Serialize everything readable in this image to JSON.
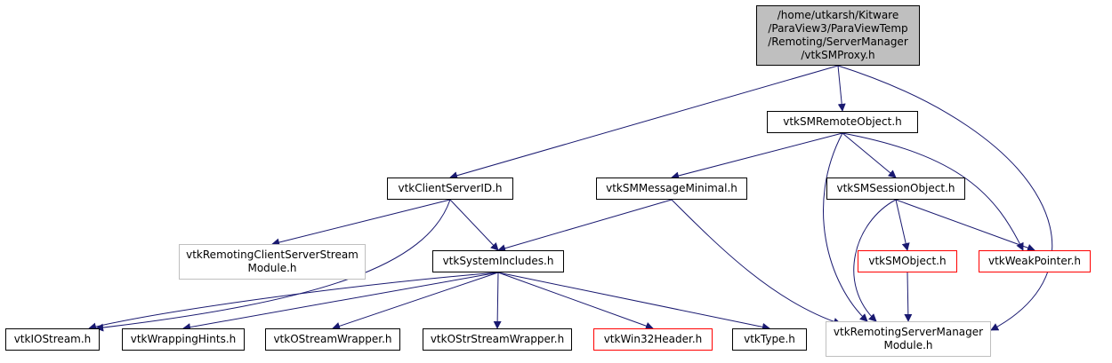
{
  "diagram": {
    "colors": {
      "edge": "#191970",
      "root_fill": "#bfbfbf",
      "missing_border": "#bfbfbf",
      "truncated_border": "#ff0000"
    },
    "nodes": [
      {
        "id": "proxy",
        "lines": [
          "/home/utkarsh/Kitware",
          "/ParaView3/ParaViewTemp",
          "/Remoting/ServerManager",
          "/vtkSMProxy.h"
        ],
        "style": "root"
      },
      {
        "id": "remote",
        "lines": [
          "vtkSMRemoteObject.h"
        ],
        "style": "normal"
      },
      {
        "id": "csid",
        "lines": [
          "vtkClientServerID.h"
        ],
        "style": "normal"
      },
      {
        "id": "msgmin",
        "lines": [
          "vtkSMMessageMinimal.h"
        ],
        "style": "normal"
      },
      {
        "id": "session",
        "lines": [
          "vtkSMSessionObject.h"
        ],
        "style": "normal"
      },
      {
        "id": "csstream",
        "lines": [
          "vtkRemotingClientServerStream",
          "Module.h"
        ],
        "style": "gray"
      },
      {
        "id": "sysinc",
        "lines": [
          "vtkSystemIncludes.h"
        ],
        "style": "normal"
      },
      {
        "id": "smobject",
        "lines": [
          "vtkSMObject.h"
        ],
        "style": "red"
      },
      {
        "id": "weakptr",
        "lines": [
          "vtkWeakPointer.h"
        ],
        "style": "red"
      },
      {
        "id": "iostream",
        "lines": [
          "vtkIOStream.h"
        ],
        "style": "normal"
      },
      {
        "id": "wraphints",
        "lines": [
          "vtkWrappingHints.h"
        ],
        "style": "normal"
      },
      {
        "id": "ostreamw",
        "lines": [
          "vtkOStreamWrapper.h"
        ],
        "style": "normal"
      },
      {
        "id": "ostrstreamw",
        "lines": [
          "vtkOStrStreamWrapper.h"
        ],
        "style": "normal"
      },
      {
        "id": "win32",
        "lines": [
          "vtkWin32Header.h"
        ],
        "style": "red"
      },
      {
        "id": "type",
        "lines": [
          "vtkType.h"
        ],
        "style": "normal"
      },
      {
        "id": "smmodule",
        "lines": [
          "vtkRemotingServerManager",
          "Module.h"
        ],
        "style": "gray"
      }
    ],
    "edges": [
      [
        "proxy",
        "remote"
      ],
      [
        "proxy",
        "csid"
      ],
      [
        "proxy",
        "smmodule"
      ],
      [
        "remote",
        "msgmin"
      ],
      [
        "remote",
        "session"
      ],
      [
        "remote",
        "smmodule"
      ],
      [
        "remote",
        "weakptr"
      ],
      [
        "csid",
        "csstream"
      ],
      [
        "csid",
        "sysinc"
      ],
      [
        "csid",
        "iostream"
      ],
      [
        "msgmin",
        "sysinc"
      ],
      [
        "msgmin",
        "smmodule"
      ],
      [
        "session",
        "smobject"
      ],
      [
        "session",
        "weakptr"
      ],
      [
        "session",
        "smmodule"
      ],
      [
        "smobject",
        "smmodule"
      ],
      [
        "sysinc",
        "iostream"
      ],
      [
        "sysinc",
        "wraphints"
      ],
      [
        "sysinc",
        "ostreamw"
      ],
      [
        "sysinc",
        "ostrstreamw"
      ],
      [
        "sysinc",
        "win32"
      ],
      [
        "sysinc",
        "type"
      ]
    ]
  }
}
